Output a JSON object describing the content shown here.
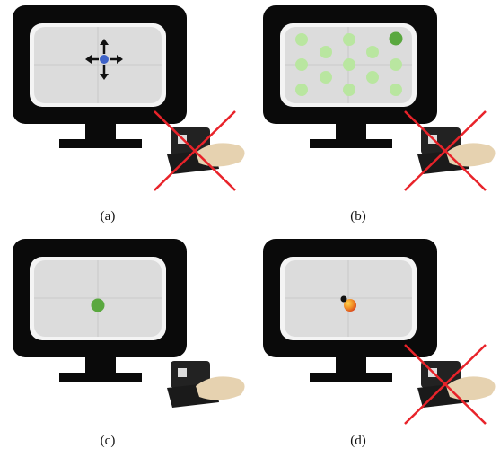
{
  "panels": [
    {
      "id": "a",
      "caption": "(a)",
      "board_content": "crosshair-arrows",
      "device_crossed": true
    },
    {
      "id": "b",
      "caption": "(b)",
      "board_content": "target-grid",
      "device_crossed": true
    },
    {
      "id": "c",
      "caption": "(c)",
      "board_content": "single-target",
      "device_crossed": false
    },
    {
      "id": "d",
      "caption": "(d)",
      "board_content": "moving-ball",
      "device_crossed": true
    }
  ],
  "colors": {
    "monitor": "#0a0a0a",
    "board_fill": "#dcdcdc",
    "board_edge": "#f4f4f4",
    "cursor_blue": "#3f63c8",
    "target_light": "#b9e6a0",
    "target_dark": "#5aa83f",
    "cross": "#e8232a",
    "ball_orange": "#f08a24"
  },
  "icons": [
    "monitor-icon",
    "balance-board",
    "arrow-up-icon",
    "arrow-down-icon",
    "arrow-left-icon",
    "arrow-right-icon",
    "haptic-device-icon",
    "red-cross-icon"
  ]
}
